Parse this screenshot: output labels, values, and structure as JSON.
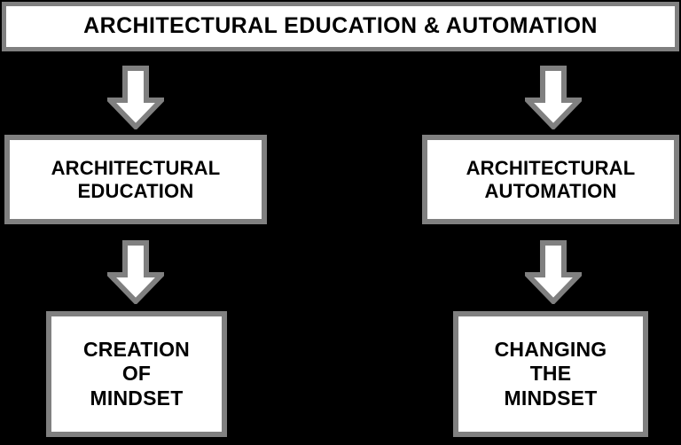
{
  "diagram": {
    "title": "ARCHITECTURAL EDUCATION  &  AUTOMATION",
    "background_color": "#000000",
    "box_fill_color": "#ffffff",
    "box_border_color": "#808080",
    "text_color": "#000000",
    "arrow_fill_color": "#ffffff",
    "arrow_border_color": "#808080",
    "nodes": {
      "root": {
        "text": "ARCHITECTURAL EDUCATION  &  AUTOMATION"
      },
      "left_branch": {
        "line1": "ARCHITECTURAL",
        "line2": "EDUCATION"
      },
      "right_branch": {
        "line1": "ARCHITECTURAL",
        "line2": "AUTOMATION"
      },
      "left_outcome": {
        "line1": "CREATION",
        "line2": "OF",
        "line3": "MINDSET"
      },
      "right_outcome": {
        "line1": "CHANGING",
        "line2": "THE",
        "line3": "MINDSET"
      }
    },
    "connectors": [
      {
        "name": "root-to-left-branch",
        "icon": "arrow-down-icon"
      },
      {
        "name": "root-to-right-branch",
        "icon": "arrow-down-icon"
      },
      {
        "name": "left-branch-to-left-outcome",
        "icon": "arrow-down-icon"
      },
      {
        "name": "right-branch-to-right-outcome",
        "icon": "arrow-down-icon"
      }
    ]
  }
}
